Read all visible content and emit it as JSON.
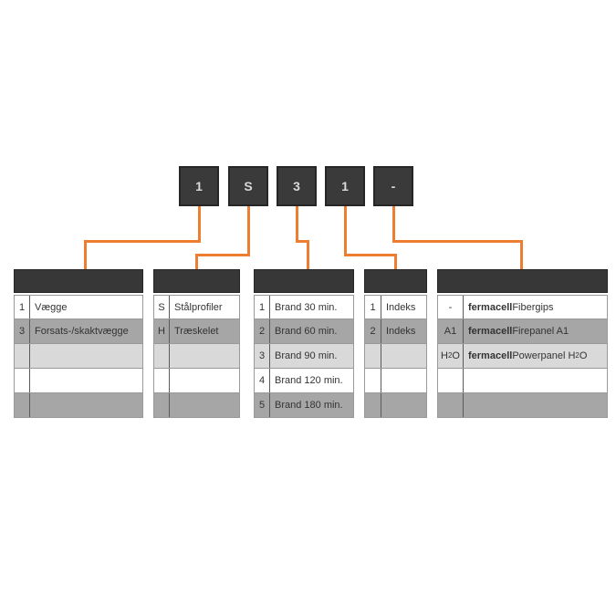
{
  "colors": {
    "accent_orange": "#ed7d31",
    "dark_box": "#3a3a3a",
    "row_white": "#ffffff",
    "row_medium": "#a6a6a6",
    "row_light": "#d9d9d9"
  },
  "boxes": [
    {
      "label": "1"
    },
    {
      "label": "S"
    },
    {
      "label": "3"
    },
    {
      "label": "1"
    },
    {
      "label": "-"
    }
  ],
  "row_background_pattern": [
    "#ffffff",
    "#a6a6a6",
    "#d9d9d9",
    "#ffffff",
    "#a6a6a6"
  ],
  "tables": [
    {
      "rows": [
        {
          "key": [
            {
              "t": "1"
            }
          ],
          "value": [
            {
              "t": "Vægge"
            }
          ]
        },
        {
          "key": [
            {
              "t": "3"
            }
          ],
          "value": [
            {
              "t": "Forsats-/skaktvægge"
            }
          ]
        },
        {
          "key": [],
          "value": []
        },
        {
          "key": [],
          "value": []
        },
        {
          "key": [],
          "value": []
        }
      ]
    },
    {
      "rows": [
        {
          "key": [
            {
              "t": "S"
            }
          ],
          "value": [
            {
              "t": "Stålprofiler"
            }
          ]
        },
        {
          "key": [
            {
              "t": "H"
            }
          ],
          "value": [
            {
              "t": "Træskelet"
            }
          ]
        },
        {
          "key": [],
          "value": []
        },
        {
          "key": [],
          "value": []
        },
        {
          "key": [],
          "value": []
        }
      ]
    },
    {
      "rows": [
        {
          "key": [
            {
              "t": "1"
            }
          ],
          "value": [
            {
              "t": "Brand 30 min."
            }
          ]
        },
        {
          "key": [
            {
              "t": "2"
            }
          ],
          "value": [
            {
              "t": "Brand 60 min."
            }
          ]
        },
        {
          "key": [
            {
              "t": "3"
            }
          ],
          "value": [
            {
              "t": "Brand 90 min."
            }
          ]
        },
        {
          "key": [
            {
              "t": "4"
            }
          ],
          "value": [
            {
              "t": "Brand 120 min."
            }
          ]
        },
        {
          "key": [
            {
              "t": "5"
            }
          ],
          "value": [
            {
              "t": "Brand 180 min."
            }
          ]
        }
      ]
    },
    {
      "rows": [
        {
          "key": [
            {
              "t": "1"
            }
          ],
          "value": [
            {
              "t": "Indeks"
            }
          ]
        },
        {
          "key": [
            {
              "t": "2"
            }
          ],
          "value": [
            {
              "t": "Indeks"
            }
          ]
        },
        {
          "key": [],
          "value": []
        },
        {
          "key": [],
          "value": []
        },
        {
          "key": [],
          "value": []
        }
      ]
    },
    {
      "rows": [
        {
          "key": [
            {
              "t": "-"
            }
          ],
          "value": [
            {
              "t": "fermacell",
              "bold": true
            },
            {
              "t": " Fibergips"
            }
          ]
        },
        {
          "key": [
            {
              "t": "A1"
            }
          ],
          "value": [
            {
              "t": "fermacell",
              "bold": true
            },
            {
              "t": " Firepanel A1"
            }
          ]
        },
        {
          "key": [
            {
              "t": "H"
            },
            {
              "t": "2",
              "sub": true
            },
            {
              "t": "O"
            }
          ],
          "value": [
            {
              "t": "fermacell",
              "bold": true
            },
            {
              "t": " Powerpanel H"
            },
            {
              "t": "2",
              "sub": true
            },
            {
              "t": "O"
            }
          ]
        },
        {
          "key": [],
          "value": []
        },
        {
          "key": [],
          "value": []
        }
      ]
    }
  ]
}
